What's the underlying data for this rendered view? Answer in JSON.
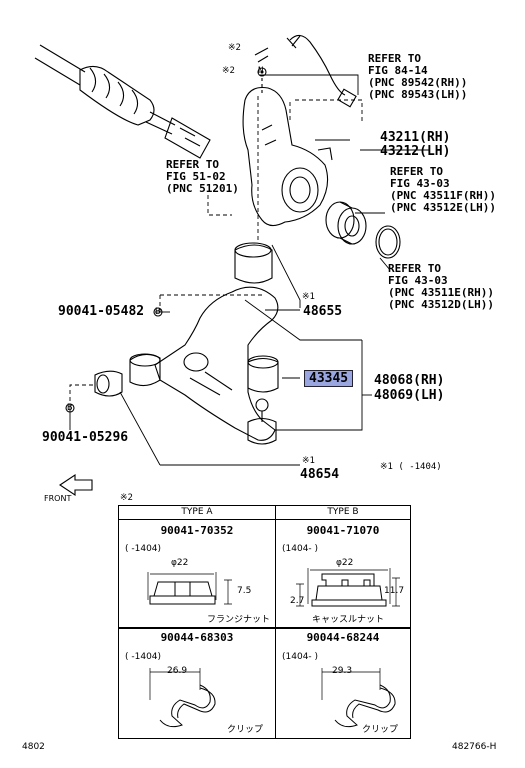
{
  "refs": {
    "fig84": [
      "REFER TO",
      "FIG 84-14",
      "(PNC 89542(RH))",
      "(PNC 89543(LH))"
    ],
    "fig51": [
      "REFER TO",
      "FIG 51-02",
      "(PNC 51201)"
    ],
    "fig43a": [
      "REFER TO",
      "FIG 43-03",
      "(PNC 43511F(RH))",
      "(PNC 43512E(LH))"
    ],
    "fig43b": [
      "REFER TO",
      "FIG 43-03",
      "(PNC 43511E(RH))",
      "(PNC 43512D(LH))"
    ]
  },
  "parts": {
    "p43211": "43211(RH)",
    "p43212": "43212(LH)",
    "p48655": "48655",
    "p43345": "43345",
    "p48068": "48068(RH)",
    "p48069": "48069(LH)",
    "p48654": "48654",
    "p05482": "90041-05482",
    "p05296": "90041-05296"
  },
  "marks": {
    "x2a": "※2",
    "x2b": "※2",
    "x1a": "※1",
    "x1b": "※1",
    "x1note": "※1 (   -1404)",
    "x2box": "※2",
    "b1": "B",
    "b2": "B",
    "n1": "N"
  },
  "front": "FRONT",
  "boxes": {
    "typeA": "TYPE A",
    "typeB": "TYPE B",
    "a1pn": "90041-70352",
    "a1date": "(    -1404)",
    "a1dim": "φ22",
    "a1h": "7.5",
    "a1cap": "フランジナット",
    "b1pn": "90041-71070",
    "b1date": "(1404-     )",
    "b1dim": "φ22",
    "b1h1": "2.7",
    "b1h2": "11.7",
    "b1cap": "キャッスルナット",
    "a2pn": "90044-68303",
    "a2date": "(    -1404)",
    "a2dim": "26.9",
    "a2cap": "クリップ",
    "b2pn": "90044-68244",
    "b2date": "(1404-     )",
    "b2dim": "29.3",
    "b2cap": "クリップ"
  },
  "footer": {
    "left": "4802",
    "right": "482766-H"
  }
}
